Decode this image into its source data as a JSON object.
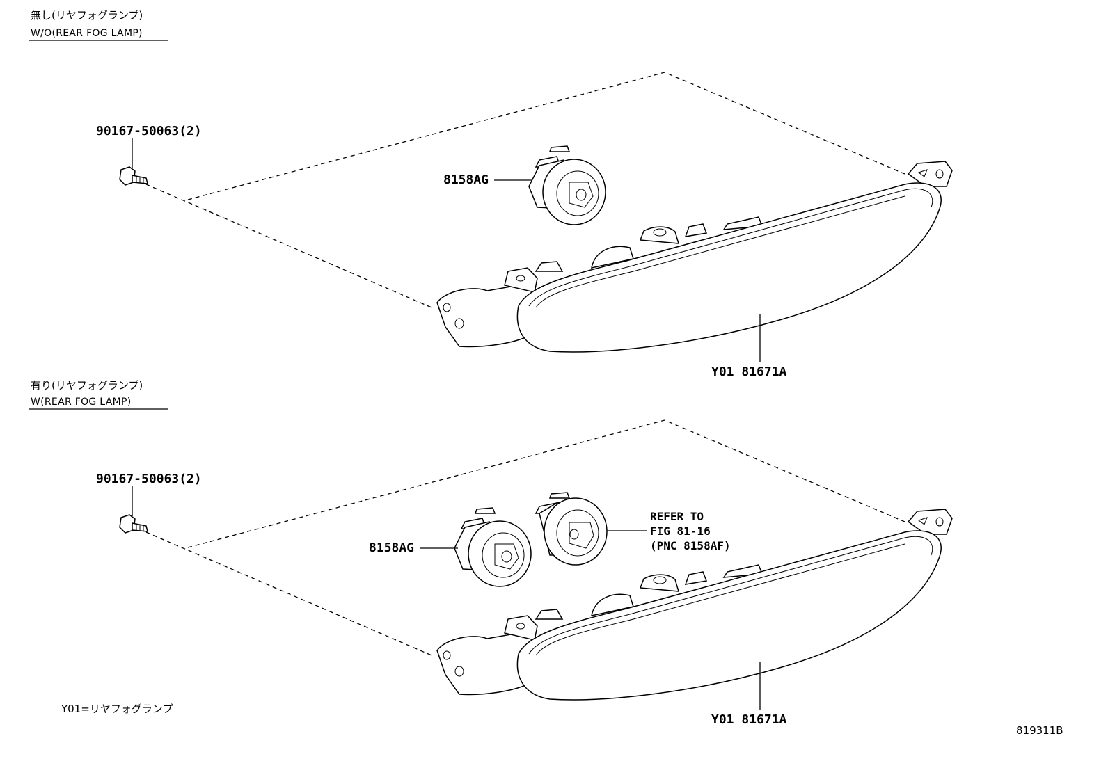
{
  "sections": [
    {
      "title_jp": "無し(リヤフォグランプ)",
      "title_en": "W/O(REAR FOG LAMP)",
      "screw_label": "90167-50063(2)",
      "socket_label": "8158AG",
      "lamp_label": "Y01 81671A"
    },
    {
      "title_jp": "有り(リヤフォグランプ)",
      "title_en": "W(REAR FOG LAMP)",
      "screw_label": "90167-50063(2)",
      "socket_label": "8158AG",
      "lamp_label": "Y01 81671A",
      "refer_note": [
        "REFER TO",
        "FIG 81-16",
        "(PNC 8158AF)"
      ]
    }
  ],
  "footnote": "Y01=リヤフォグランプ",
  "figure_id": "819311B"
}
